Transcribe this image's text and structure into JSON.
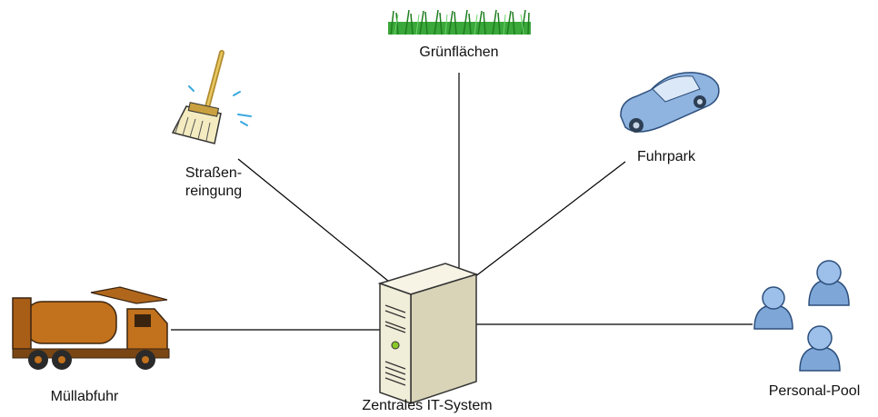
{
  "nodes": {
    "center": {
      "label": "Zentrales IT-System",
      "icon": "server-icon"
    },
    "gruenflaechen": {
      "label": "Grünflächen",
      "icon": "grass-icon"
    },
    "strassenreinigung": {
      "label_line1": "Straßen-",
      "label_line2": "reingung",
      "icon": "broom-icon"
    },
    "fuhrpark": {
      "label": "Fuhrpark",
      "icon": "car-icon"
    },
    "muellabfuhr": {
      "label": "Müllabfuhr",
      "icon": "garbage-truck-icon"
    },
    "personal_pool": {
      "label": "Personal-Pool",
      "icon": "people-icon"
    }
  },
  "colors": {
    "line": "#000000",
    "grass": "#2f9e2f",
    "car": "#8fb4e0",
    "truck": "#c2711c",
    "person": "#7ea7d8",
    "server": "#f0edd8"
  }
}
